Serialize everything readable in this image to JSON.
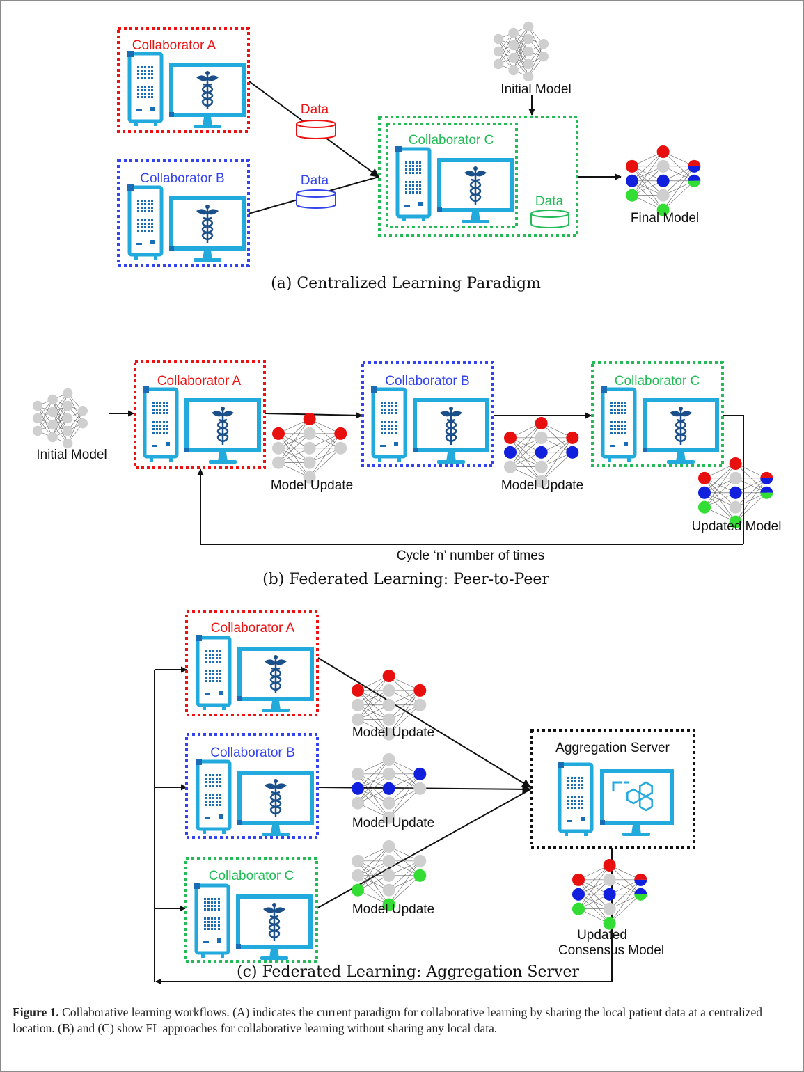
{
  "colors": {
    "red": "#ee1111",
    "blue": "#3344ee",
    "green": "#22bb55",
    "black": "#111111",
    "device": "#22aadd",
    "node_gray": "#cfcfcf",
    "node_red": "#e80f0f",
    "node_blue": "#1020dd",
    "node_green": "#33dd33"
  },
  "icons": {
    "workstation": "workstation-medical-icon",
    "server": "server-hexagon-icon",
    "model": "neural-network-icon",
    "database": "database-cylinder-icon"
  },
  "panel_a": {
    "caption": "(a) Centralized Learning Paradigm",
    "collab_a": "Collaborator A",
    "collab_b": "Collaborator B",
    "collab_c": "Collaborator C",
    "data_label_a": "Data",
    "data_label_b": "Data",
    "data_label_c": "Data",
    "initial_model": "Initial Model",
    "final_model": "Final Model"
  },
  "panel_b": {
    "caption": "(b) Federated Learning: Peer-to-Peer",
    "initial_model": "Initial Model",
    "collab_a": "Collaborator A",
    "collab_b": "Collaborator B",
    "collab_c": "Collaborator C",
    "update_1": "Model Update",
    "update_2": "Model Update",
    "updated_model": "Updated Model",
    "cycle": "Cycle ‘n’ number of times"
  },
  "panel_c": {
    "caption": "(c) Federated Learning: Aggregation Server",
    "collab_a": "Collaborator A",
    "collab_b": "Collaborator B",
    "collab_c": "Collaborator C",
    "update_a": "Model Update",
    "update_b": "Model Update",
    "update_c": "Model Update",
    "server": "Aggregation Server",
    "consensus_line1": "Updated",
    "consensus_line2": "Consensus Model"
  },
  "figure_caption": {
    "label": "Figure 1.",
    "text": " Collaborative learning workflows. (A) indicates the current paradigm for collaborative learning by sharing the local patient data at a centralized location. (B) and (C) show FL approaches for collaborative learning without sharing any local data."
  }
}
